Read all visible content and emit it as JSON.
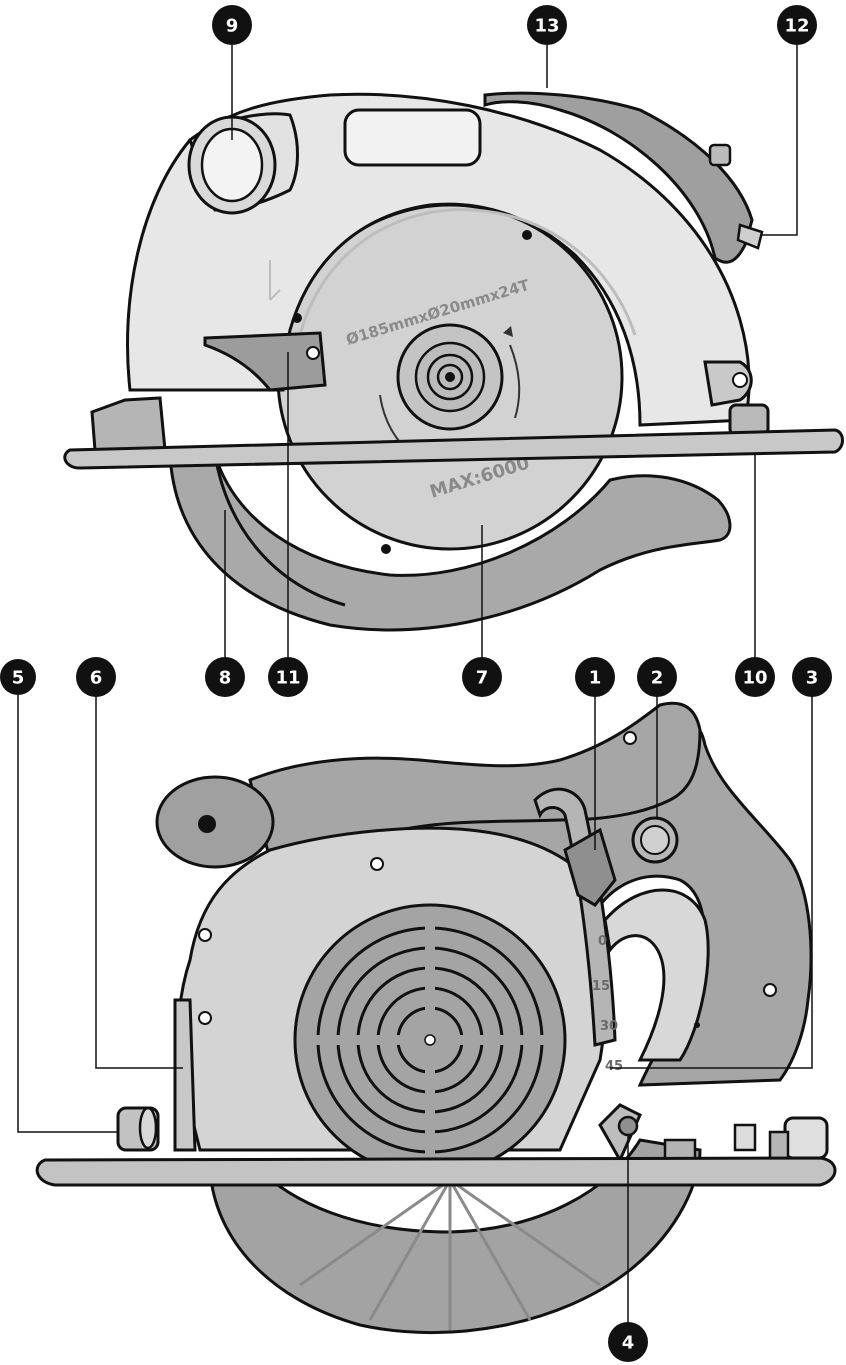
{
  "callouts": {
    "c1": "1",
    "c2": "2",
    "c3": "3",
    "c4": "4",
    "c5": "5",
    "c6": "6",
    "c7": "7",
    "c8": "8",
    "c9": "9",
    "c10": "10",
    "c11": "11",
    "c12": "12",
    "c13": "13"
  },
  "blade": {
    "spec": "Ø185mmxØ20mmx24T",
    "speed": "MAX:6000"
  },
  "bevel_scale": {
    "t1": "0",
    "t2": "15",
    "t3": "30",
    "t4": "45"
  },
  "colors": {
    "housing_light": "#e7e7e7",
    "housing_mid": "#bdbdbd",
    "housing_dark": "#9a9a9a",
    "blade": "#d2d2d2",
    "outline": "#111111",
    "callout_fill": "#111111"
  }
}
